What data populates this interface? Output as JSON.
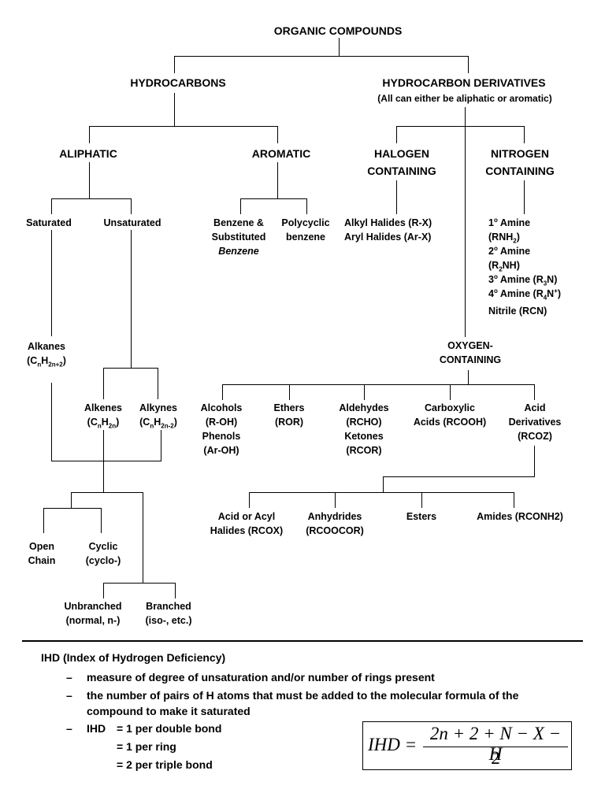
{
  "root": "ORGANIC COMPOUNDS",
  "hydrocarbons": {
    "title": "HYDROCARBONS",
    "aliphatic": "ALIPHATIC",
    "aromatic": "AROMATIC",
    "saturated": "Saturated",
    "unsaturated": "Unsaturated",
    "alkanes": "Alkanes",
    "alkanes_formula": [
      "(C",
      "n",
      "H",
      "2n+2",
      ")"
    ],
    "alkenes": "Alkenes",
    "alkenes_formula": [
      "(C",
      "n",
      "H",
      "2n",
      ")"
    ],
    "alkynes": "Alkynes",
    "alkynes_formula": [
      "(C",
      "n",
      "H",
      "2n-2",
      ")"
    ],
    "open_chain": [
      "Open",
      "Chain"
    ],
    "cyclic": [
      "Cyclic",
      "(cyclo-)"
    ],
    "unbranched": [
      "Unbranched",
      "(normal, n-)"
    ],
    "branched": [
      "Branched",
      "(iso-, etc.)"
    ],
    "benzene": [
      "Benzene &",
      "Substituted",
      "Benzene"
    ],
    "polycyclic": [
      "Polycyclic",
      "benzene"
    ]
  },
  "derivatives": {
    "title": "HYDROCARBON DERIVATIVES",
    "subtitle": "(All can either be aliphatic or aromatic)",
    "halogen": [
      "HALOGEN",
      "CONTAINING"
    ],
    "halogen_items": [
      "Alkyl Halides (R-X)",
      "Aryl Halides (Ar-X)"
    ],
    "nitrogen": [
      "NITROGEN",
      "CONTAINING"
    ],
    "amine1": [
      "1",
      "o",
      " Amine"
    ],
    "amine1_f": [
      "(RNH",
      "2",
      ")"
    ],
    "amine2": [
      "2",
      "o",
      " Amine"
    ],
    "amine2_f": [
      "(R",
      "2",
      "NH)"
    ],
    "amine3": [
      "3",
      "o",
      " Amine (R",
      "3",
      "N)"
    ],
    "amine4": [
      "4",
      "o",
      " Amine (R",
      "4",
      "N",
      "+",
      ")"
    ],
    "nitrile": "Nitrile (RCN)",
    "oxygen": [
      "OXYGEN-",
      "CONTAINING"
    ],
    "alcohols": [
      "Alcohols",
      "(R-OH)",
      "Phenols",
      "(Ar-OH)"
    ],
    "ethers": [
      "Ethers",
      "(ROR)"
    ],
    "aldehydes": [
      "Aldehydes",
      "(RCHO)",
      "Ketones",
      "(RCOR)"
    ],
    "carboxylic": [
      "Carboxylic",
      "Acids (RCOOH)"
    ],
    "acid_derivatives": [
      "Acid",
      "Derivatives",
      "(RCOZ)"
    ],
    "acyl_halides": [
      "Acid or Acyl",
      "Halides (RCOX)"
    ],
    "anhydrides": [
      "Anhydrides",
      "(RCOOCOR)"
    ],
    "esters": "Esters",
    "amides": "Amides (RCONH2)"
  },
  "ihd": {
    "title": "IHD (Index of Hydrogen Deficiency)",
    "dash": "–",
    "points": [
      "measure of degree of unsaturation and/or number of rings present",
      "the number of pairs of H atoms that must be added to the molecular formula of the",
      "compound to make it saturated"
    ],
    "ihd_label": "IHD",
    "rules": [
      "= 1 per double bond",
      "= 1 per ring",
      "= 2 per triple bond"
    ],
    "formula_lhs": "IHD =",
    "formula_num": "2n + 2 + N − X − H",
    "formula_den": "2"
  }
}
